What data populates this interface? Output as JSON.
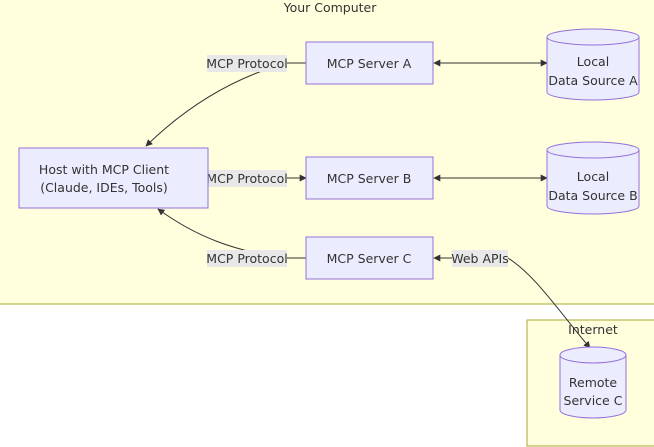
{
  "clusters": {
    "your_computer": {
      "title": "Your Computer"
    },
    "internet": {
      "title": "Internet"
    }
  },
  "nodes": {
    "host": {
      "line1": "Host with MCP Client",
      "line2": "(Claude, IDEs, Tools)"
    },
    "server_a": {
      "label": "MCP Server A"
    },
    "server_b": {
      "label": "MCP Server B"
    },
    "server_c": {
      "label": "MCP Server C"
    },
    "local_a": {
      "line1": "Local",
      "line2": "Data Source A"
    },
    "local_b": {
      "line1": "Local",
      "line2": "Data Source B"
    },
    "remote_c": {
      "line1": "Remote",
      "line2": "Service C"
    }
  },
  "edges": {
    "protocol_a": "MCP Protocol",
    "protocol_b": "MCP Protocol",
    "protocol_c": "MCP Protocol",
    "web_apis": "Web APIs"
  },
  "colors": {
    "cluster_fill": "#ffffde",
    "cluster_stroke": "#aaaa33",
    "node_fill": "#ececff",
    "node_stroke": "#9370db",
    "edge": "#333333",
    "label_bg": "#e8e8e8"
  }
}
